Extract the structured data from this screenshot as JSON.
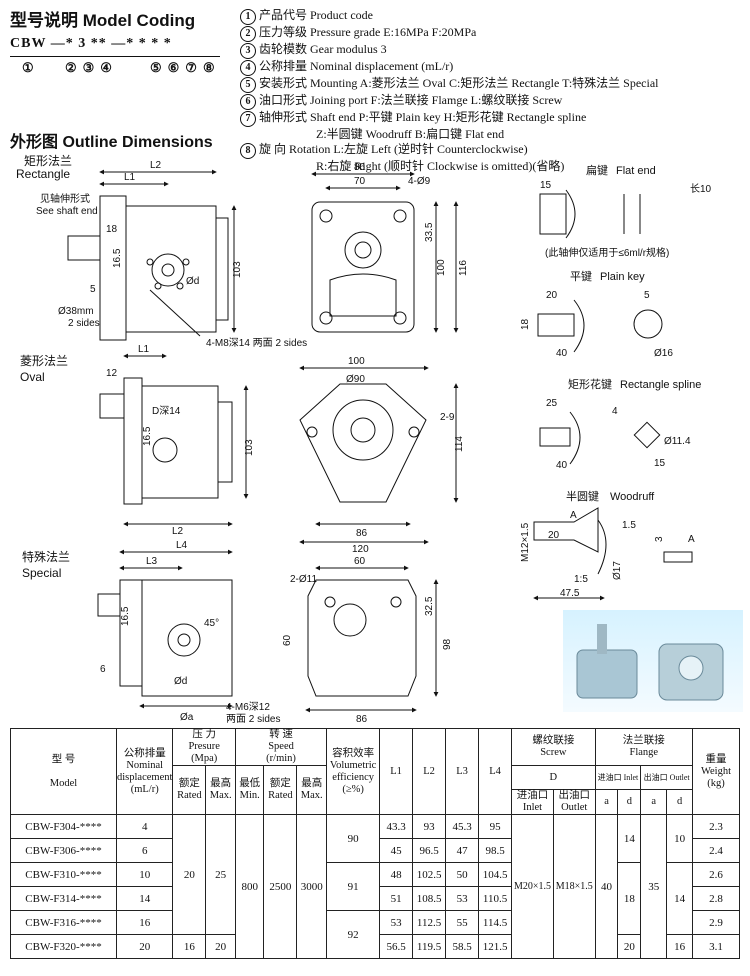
{
  "header": {
    "title": "型号说明 Model Coding",
    "code": "CBW —* 3 ** —* * * *",
    "code_nums": [
      "①",
      "②③④",
      "⑤⑥⑦⑧"
    ]
  },
  "legend": [
    {
      "n": "1",
      "text": "产品代号 Product code"
    },
    {
      "n": "2",
      "text": "压力等级 Pressure grade E:16MPa F:20MPa"
    },
    {
      "n": "3",
      "text": "齿轮模数 Gear modulus 3"
    },
    {
      "n": "4",
      "text": "公称排量 Nominal displacement (mL/r)"
    },
    {
      "n": "5",
      "text": "安装形式 Mounting A:菱形法兰 Oval C:矩形法兰 Rectangle T:特殊法兰 Special"
    },
    {
      "n": "6",
      "text": "油口形式 Joining port F:法兰联接 Flamge L:螺纹联接 Screw"
    },
    {
      "n": "7",
      "text": "轴伸形式 Shaft end P:平键 Plain key H:矩形花键 Rectangle spline"
    },
    {
      "n": "",
      "text": "Z:半圆键 Woodruff B:扁口键 Flat end"
    },
    {
      "n": "8",
      "text": "旋 向 Rotation L:左旋 Left (逆时针 Counterclockwise)"
    },
    {
      "n": "",
      "text": "R:右旋 Right (顺时针 Clockwise is omitted)(省略)"
    }
  ],
  "outline": {
    "title": "外形图 Outline Dimensions",
    "rect_cn": "矩形法兰",
    "rect_en": "Rectangle",
    "oval_cn": "菱形法兰",
    "oval_en": "Oval",
    "special_cn": "特殊法兰",
    "special_en": "Special",
    "see_shaft": "见轴伸形式",
    "see_shaft_en": "See shaft end",
    "d38": "Ø38mm",
    "two_sides": "2 sides",
    "m8": "4-M8深14 两面 2 sides",
    "m6": "4-M6深12",
    "m6_sides": "两面 2 sides",
    "dim": {
      "L1": "L1",
      "L2": "L2",
      "L3": "L3",
      "L4": "L4",
      "d18": "18",
      "d5": "5",
      "d103": "103",
      "d165": "16.5",
      "d86": "86",
      "d70": "70",
      "d49": "4-Ø9",
      "d335": "33.5",
      "d100": "100",
      "d116": "116",
      "d12": "12",
      "d90": "Ø90",
      "d29": "2-9",
      "d114": "114",
      "d120": "120",
      "d60": "60",
      "d211": "2-Ø11",
      "d325": "32.5",
      "d98": "98",
      "d6": "6",
      "d45": "45°",
      "da": "Øa",
      "dd": "Ød",
      "Dd": "D深14"
    }
  },
  "shafts": {
    "flat_cn": "扁键",
    "flat_en": "Flat end",
    "flat_note": "(此轴伸仅适用于≤6ml/r规格)",
    "plain_cn": "平键",
    "plain_en": "Plain key",
    "spline_cn": "矩形花键",
    "spline_en": "Rectangle spline",
    "wood_cn": "半圆键",
    "wood_en": "Woodruff",
    "d15": "15",
    "d10": "长10",
    "d20": "20",
    "d18": "18",
    "d40": "40",
    "d5": "5",
    "d16": "Ø16",
    "d25": "25",
    "d114": "Ø11.4",
    "d4": "4",
    "d47": "47.5",
    "dm12": "M12×1.5",
    "d17": "Ø17",
    "d3": "3",
    "dA": "A",
    "d15b": "1.5",
    "r15": "1:5"
  },
  "table": {
    "h_model_cn": "型 号",
    "h_model_en": "Model",
    "h_disp_cn": "公称排量",
    "h_disp_en": "Nominal displacement",
    "h_disp_unit": "(mL/r)",
    "h_press_cn": "压 力",
    "h_press_en": "Presure",
    "h_press_unit": "(Mpa)",
    "h_rated_cn": "额定",
    "h_rated_en": "Rated",
    "h_max_cn": "最高",
    "h_max_en": "Max.",
    "h_speed_cn": "转 速",
    "h_speed_en": "Speed",
    "h_speed_unit": "(r/min)",
    "h_min_cn": "最低",
    "h_min_en": "Min.",
    "h_eff_cn": "容积效率",
    "h_eff_en": "Volumetric efficiency",
    "h_eff_unit": "(≥%)",
    "h_screw_cn": "螺纹联接",
    "h_screw_en": "Screw",
    "h_D": "D",
    "h_inlet_cn": "进油口",
    "h_inlet_en": "Inlet",
    "h_outlet_cn": "出油口",
    "h_outlet_en": "Outlet",
    "h_flange_cn": "法兰联接",
    "h_flange_en": "Flange",
    "h_fin": "进油口 Inlet",
    "h_fout": "出油口 Outlet",
    "h_a": "a",
    "h_d": "d",
    "h_weight_cn": "重量",
    "h_weight_en": "Weight",
    "h_weight_unit": "(kg)",
    "h_L1": "L1",
    "h_L2": "L2",
    "h_L3": "L3",
    "h_L4": "L4",
    "rows": [
      {
        "model": "CBW-F304-****",
        "disp": "4",
        "L1": "43.3",
        "L2": "93",
        "L3": "45.3",
        "L4": "95",
        "w": "2.3"
      },
      {
        "model": "CBW-F306-****",
        "disp": "6",
        "L1": "45",
        "L2": "96.5",
        "L3": "47",
        "L4": "98.5",
        "w": "2.4"
      },
      {
        "model": "CBW-F310-****",
        "disp": "10",
        "L1": "48",
        "L2": "102.5",
        "L3": "50",
        "L4": "104.5",
        "w": "2.6"
      },
      {
        "model": "CBW-F314-****",
        "disp": "14",
        "L1": "51",
        "L2": "108.5",
        "L3": "53",
        "L4": "110.5",
        "w": "2.8"
      },
      {
        "model": "CBW-F316-****",
        "disp": "16",
        "L1": "53",
        "L2": "112.5",
        "L3": "55",
        "L4": "114.5",
        "w": "2.9"
      },
      {
        "model": "CBW-F320-****",
        "disp": "20",
        "L1": "56.5",
        "L2": "119.5",
        "L3": "58.5",
        "L4": "121.5",
        "w": "3.1"
      }
    ],
    "rated1": "20",
    "max1": "25",
    "rated2": "16",
    "max2": "20",
    "min": "800",
    "rated_s": "2500",
    "max_s": "3000",
    "eff1": "90",
    "eff2": "91",
    "eff3": "92",
    "D_in": "M20×1.5",
    "D_out": "M18×1.5",
    "fa_in": "40",
    "fd_in1": "14",
    "fd_in2": "18",
    "fd_in3": "20",
    "fa_out": "35",
    "fd_out1": "10",
    "fd_out2": "14",
    "fd_out3": "16"
  }
}
